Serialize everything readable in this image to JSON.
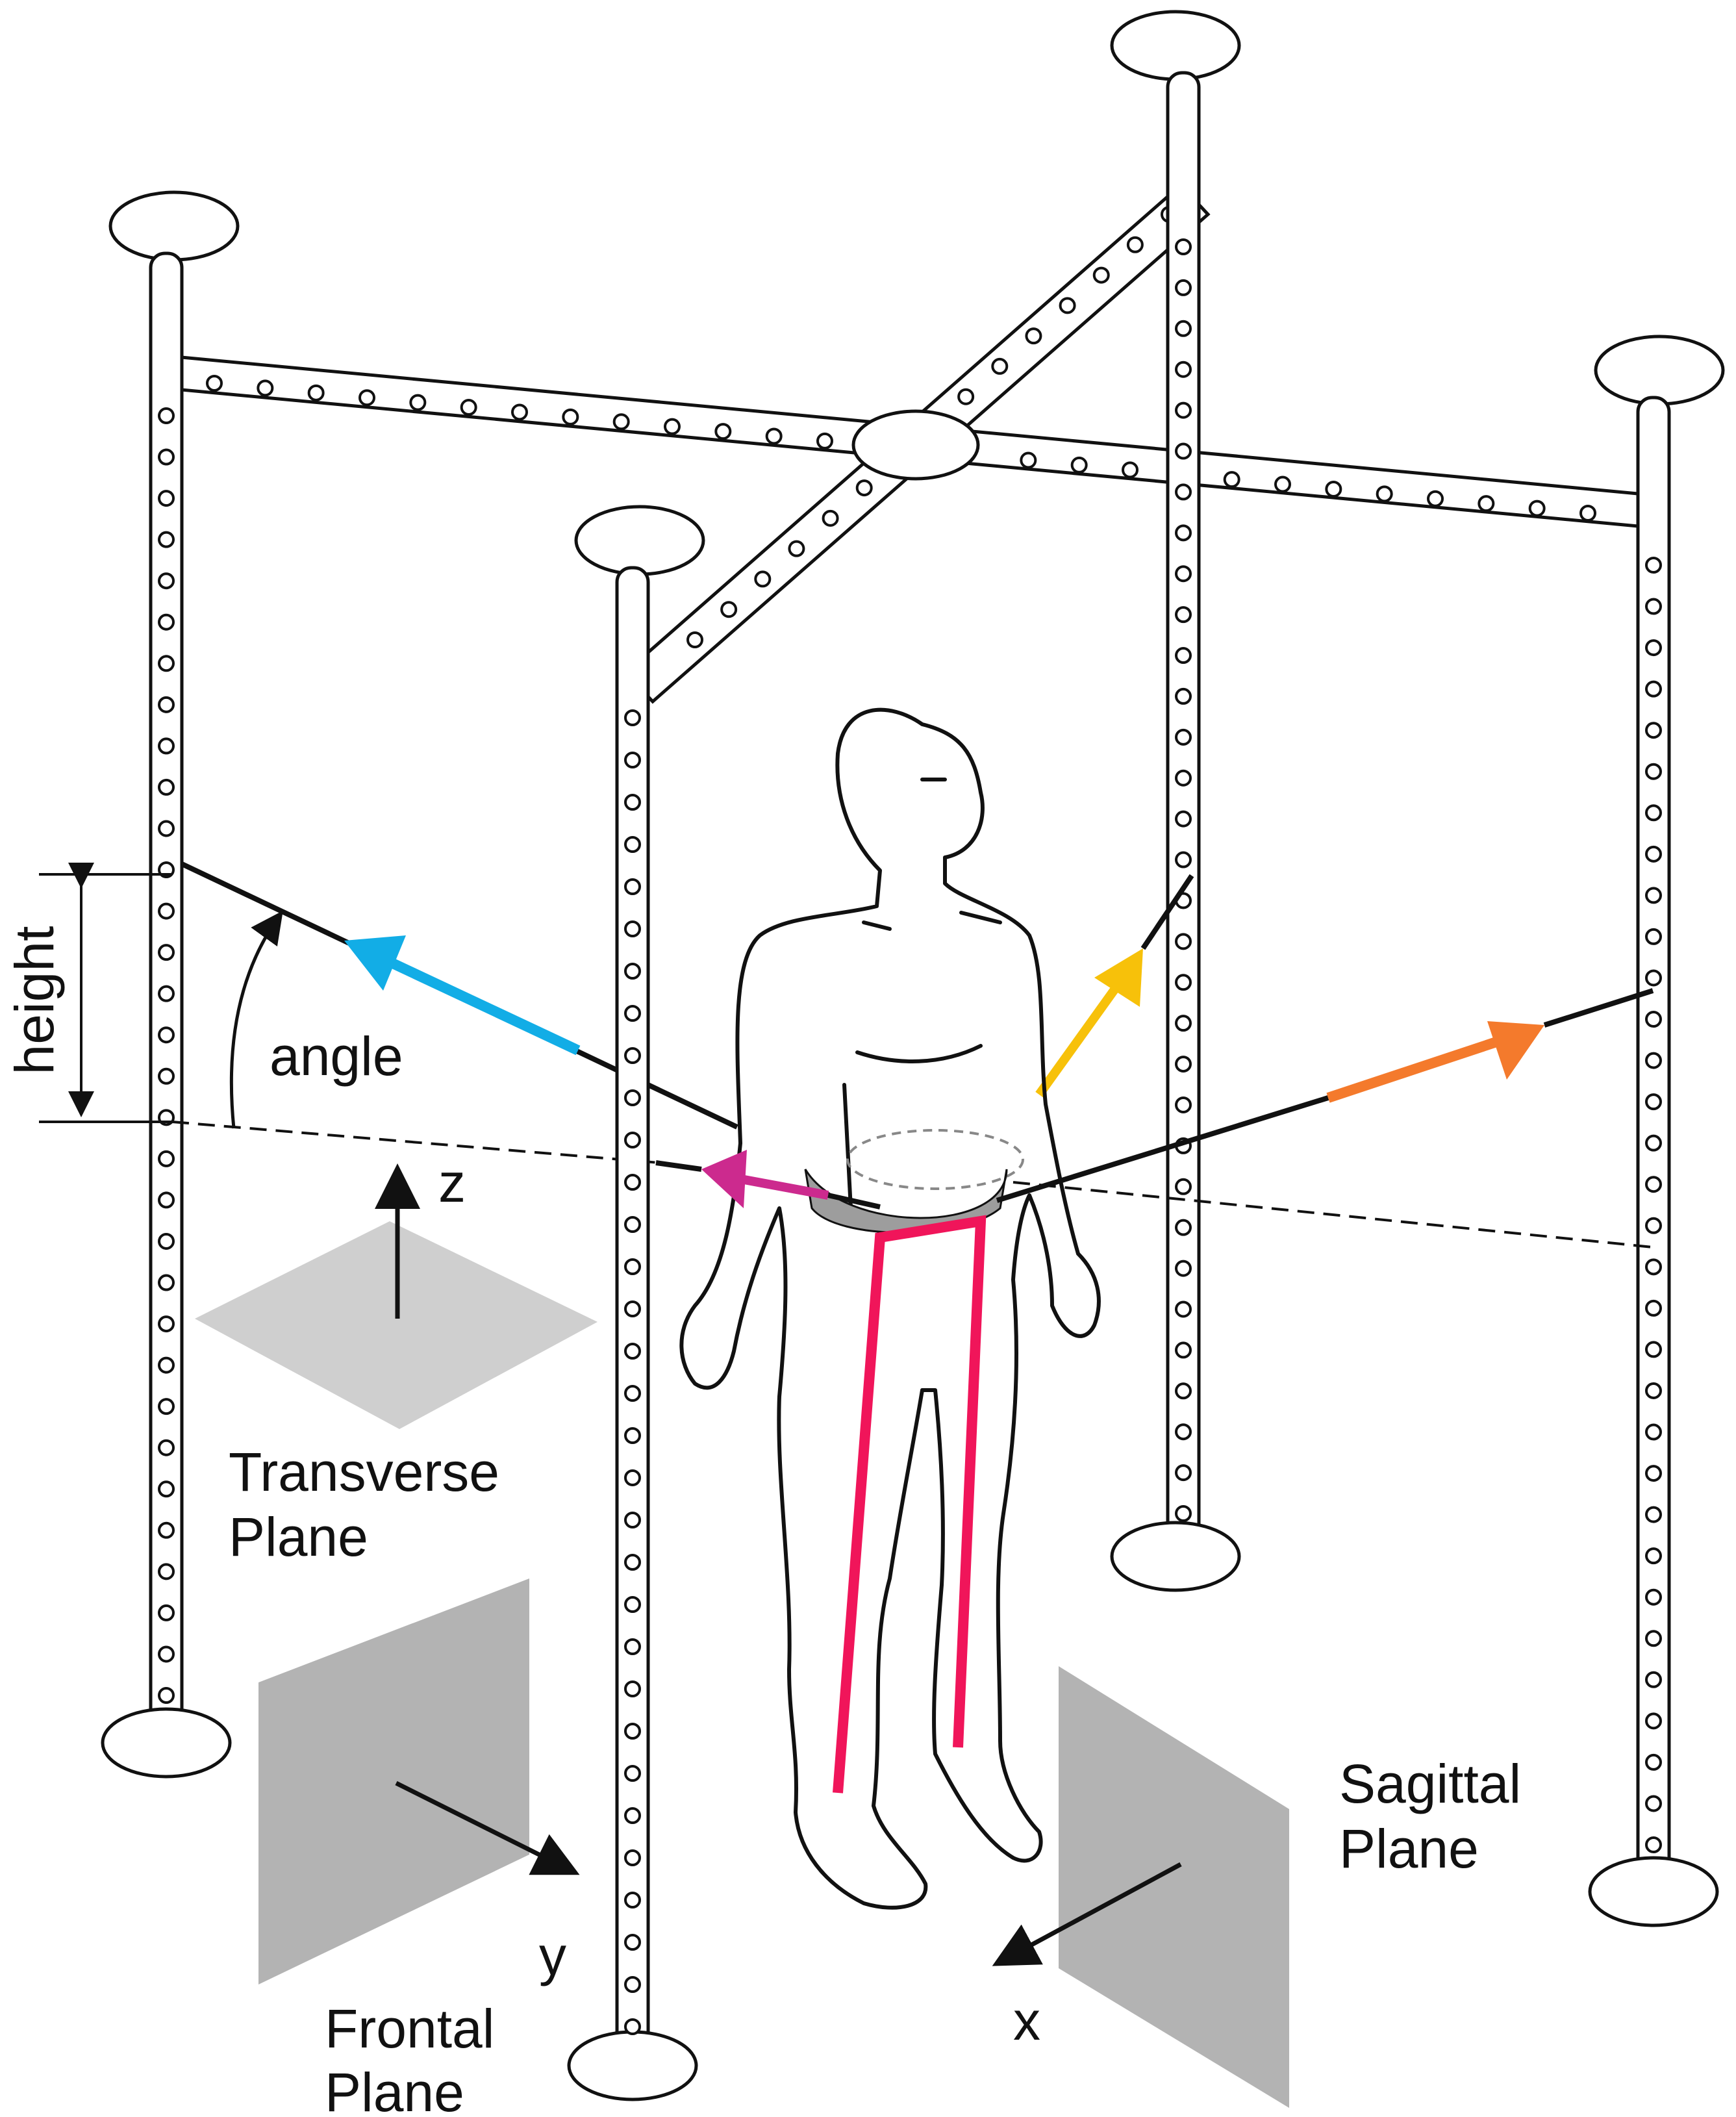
{
  "labels": {
    "height": "height",
    "angle": "angle",
    "z": "z",
    "y": "y",
    "x": "x",
    "transverse_line1": "Transverse",
    "transverse_line2": "Plane",
    "frontal_line1": "Frontal",
    "frontal_line2": "Plane",
    "sagittal_line1": "Sagittal",
    "sagittal_line2": "Plane"
  },
  "colors": {
    "cable_blue": "#12ade6",
    "cable_magenta": "#cc2a8e",
    "cable_yellow": "#f7c10a",
    "cable_orange": "#f47a2c",
    "leg_rods": "#f0155a",
    "pelvis_belt": "#9d9d9d",
    "plane_light": "#cfcfcf",
    "plane_dark": "#b3b3b3",
    "ink": "#111111"
  },
  "icons": [
    "frame-post",
    "crossbar",
    "human-figure",
    "pelvis-belt",
    "cable-arrow",
    "plane-glyph",
    "axis-arrow"
  ]
}
